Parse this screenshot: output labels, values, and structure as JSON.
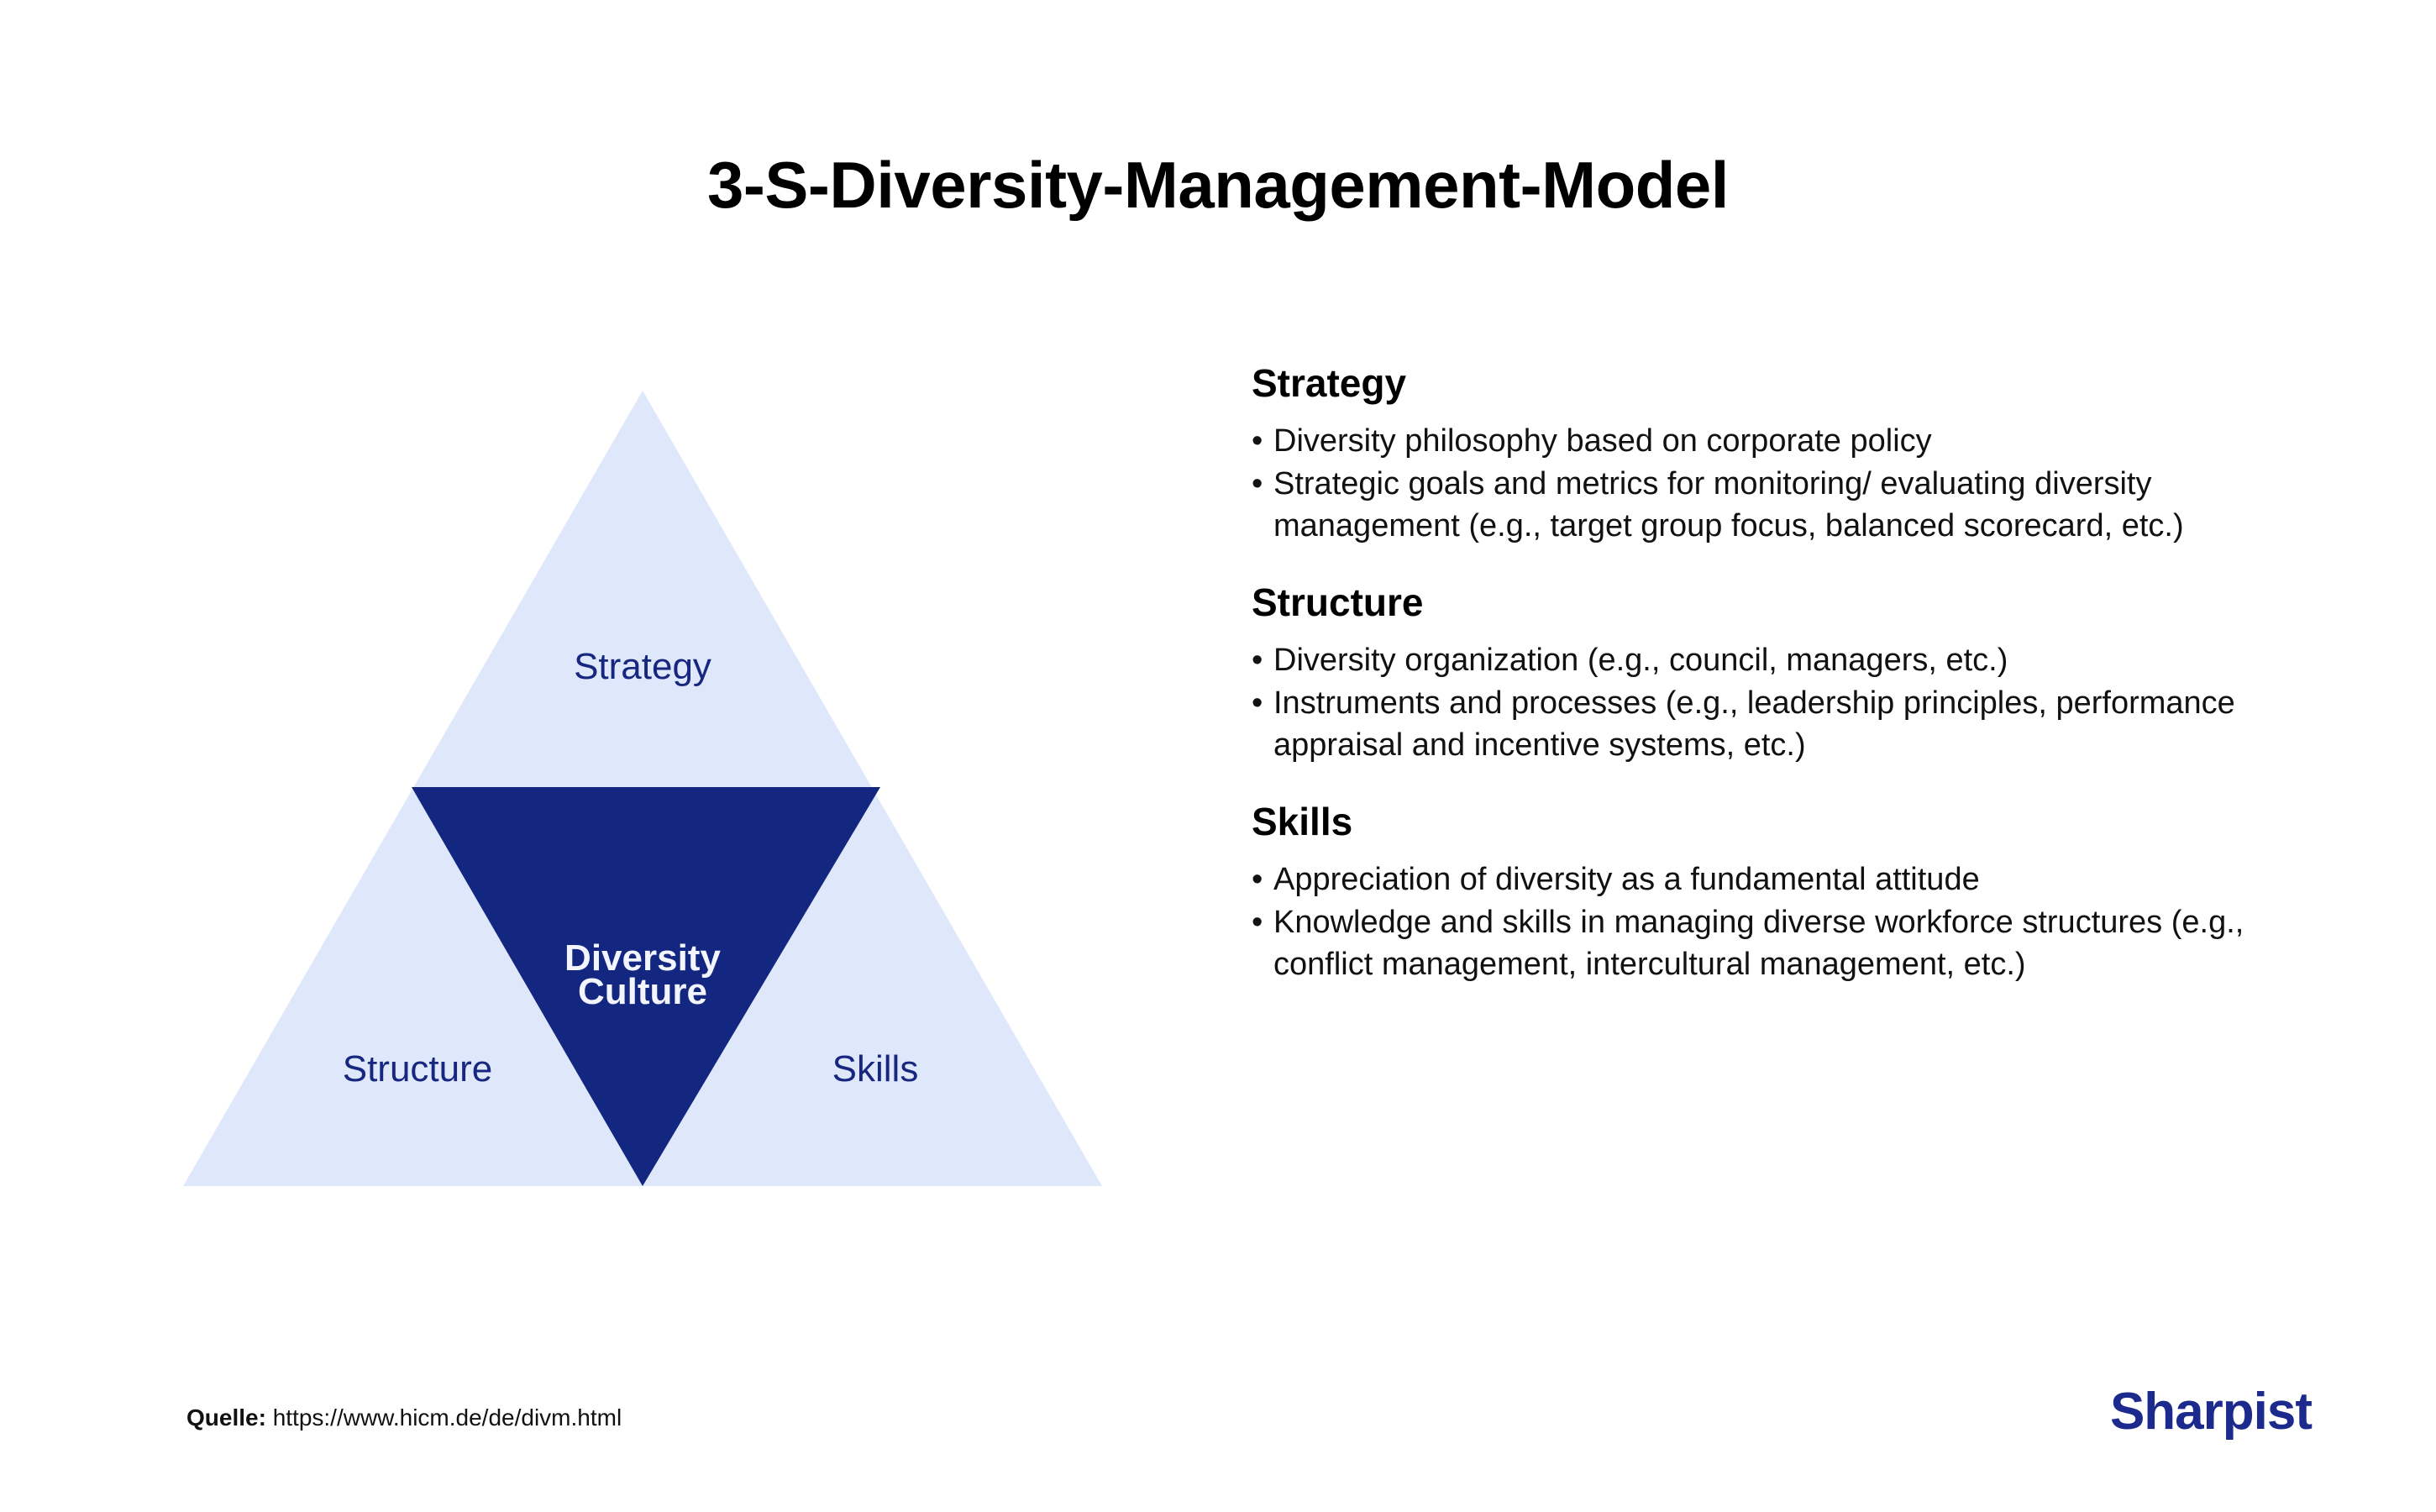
{
  "title": "3-S-Diversity-Management-Model",
  "diagram": {
    "name": "three-s-triangle",
    "colors": {
      "outer_fill": "#DFE7FB",
      "inner_fill": "#132680",
      "outer_label": "#17277F",
      "inner_label": "#F2F5FE"
    },
    "labels": {
      "top": "Strategy",
      "bottom_left": "Structure",
      "bottom_right": "Skills",
      "center_line1": "Diversity",
      "center_line2": "Culture"
    }
  },
  "details": {
    "sections": [
      {
        "heading": "Strategy",
        "bullets": [
          "Diversity philosophy based on corporate policy",
          "Strategic goals and metrics for monitoring/ evaluating diversity management (e.g., target group focus, balanced scorecard, etc.)"
        ]
      },
      {
        "heading": "Structure",
        "bullets": [
          "Diversity organization (e.g., council, managers, etc.)",
          "Instruments and processes (e.g., leadership principles, performance appraisal and incentive systems, etc.)"
        ]
      },
      {
        "heading": "Skills",
        "bullets": [
          "Appreciation of diversity as a fundamental attitude",
          "Knowledge and skills in managing diverse workforce structures (e.g., conflict management, intercultural management, etc.)"
        ]
      }
    ]
  },
  "footer": {
    "source_label": "Quelle:",
    "source_url": "https://www.hicm.de/de/divm.html",
    "brand": "Sharpist",
    "brand_color": "#1B2A8C"
  }
}
